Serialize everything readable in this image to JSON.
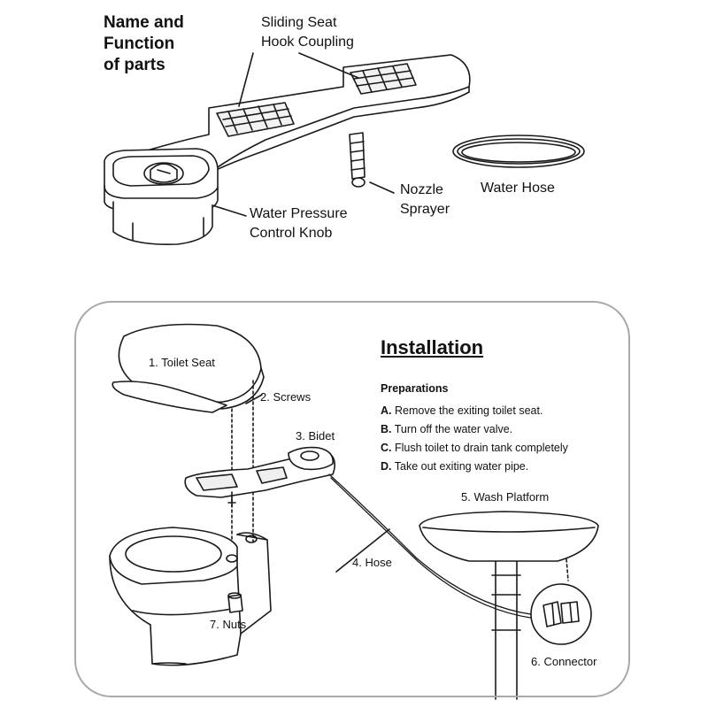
{
  "parts_section": {
    "title": "Name and\nFunction\nof parts",
    "labels": {
      "sliding_seat_hook": "Sliding Seat\nHook Coupling",
      "nozzle_sprayer": "Nozzle\nSprayer",
      "water_hose": "Water Hose",
      "water_pressure_knob": "Water Pressure\nControl Knob"
    }
  },
  "installation_section": {
    "title": "Installation",
    "preparations_heading": "Preparations",
    "steps": [
      {
        "key": "A.",
        "text": "Remove the exiting toilet seat."
      },
      {
        "key": "B.",
        "text": "Turn off the water valve."
      },
      {
        "key": "C.",
        "text": "Flush toilet to drain tank completely"
      },
      {
        "key": "D.",
        "text": "Take out exiting water pipe."
      }
    ],
    "part_labels": {
      "toilet_seat": "1. Toilet Seat",
      "screws": "2. Screws",
      "bidet": "3. Bidet",
      "hose": "4. Hose",
      "wash_platform": "5. Wash Platform",
      "connector": "6. Connector",
      "nuts": "7. Nuts"
    }
  }
}
